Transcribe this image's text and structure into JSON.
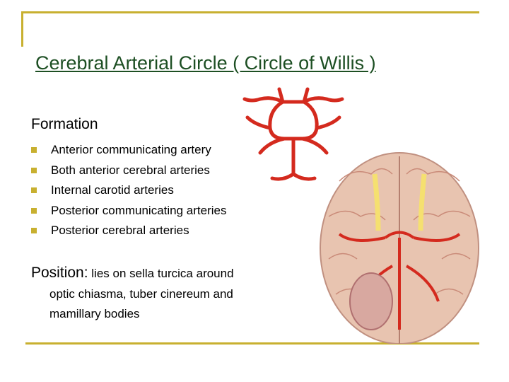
{
  "slide": {
    "title": "Cerebral Arterial Circle ( Circle of Willis )",
    "formation_heading": "Formation",
    "formation_items": [
      "Anterior communicating artery",
      "Both anterior cerebral arteries",
      "Internal carotid arteries",
      "Posterior communicating arteries",
      "Posterior cerebral arteries"
    ],
    "position_label": "Position:",
    "position_text": " lies on sella turcica around",
    "position_continuation_1": "optic chiasma, tuber cinereum and",
    "position_continuation_2": "mamillary bodies"
  },
  "colors": {
    "title": "#1d4f23",
    "accent": "#c8b030",
    "artery": "#d42a1e",
    "brain": "#e8c4b0"
  }
}
